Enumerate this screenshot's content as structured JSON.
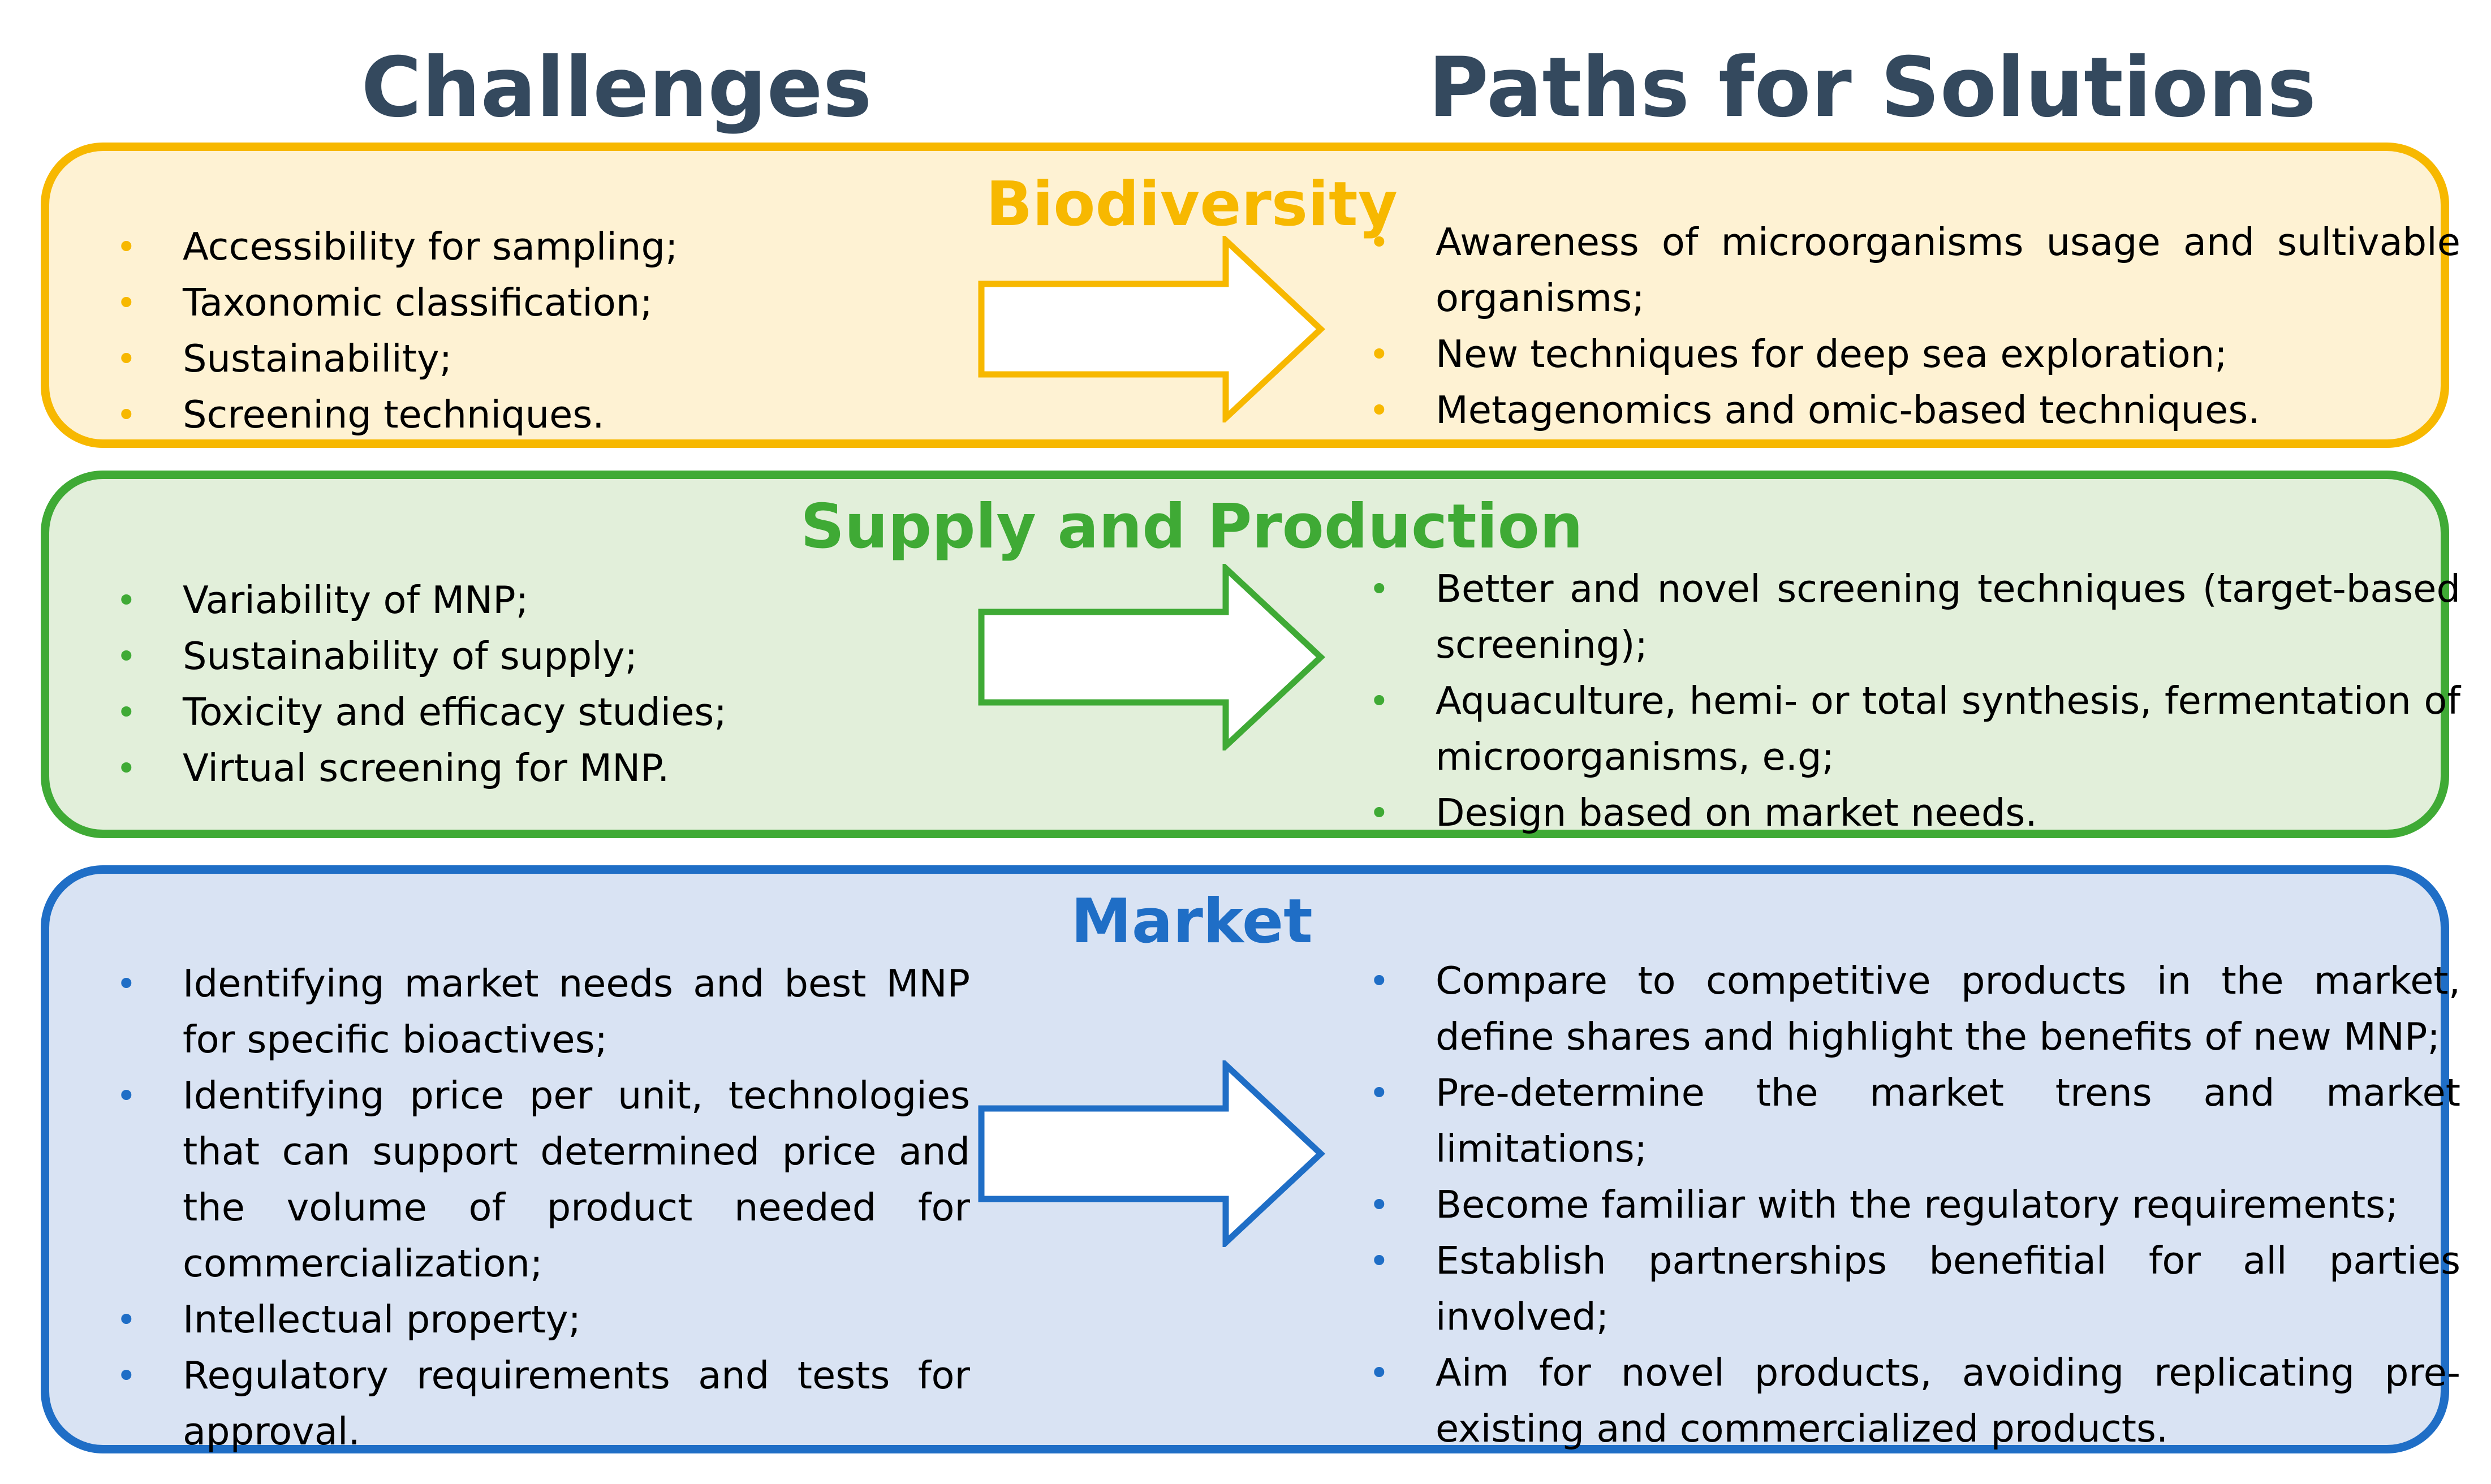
{
  "headings": {
    "left": "Challenges",
    "right": "Paths for Solutions"
  },
  "colors": {
    "heading": "#34495E",
    "biodiversity_accent": "#F7B800",
    "biodiversity_fill": "#FEF2D3",
    "supply_accent": "#3FAA35",
    "supply_fill": "#E2EFDA",
    "market_accent": "#1F6EC6",
    "market_fill": "#D9E3F3"
  },
  "panels": {
    "biodiversity": {
      "title": "Biodiversity",
      "challenges": [
        "Accessibility for sampling;",
        "Taxonomic classification;",
        "Sustainability;",
        "Screening techniques."
      ],
      "solutions": [
        "Awareness of microorganisms usage and sultivable organisms;",
        "New techniques for deep sea exploration;",
        "Metagenomics and omic-based techniques."
      ]
    },
    "supply": {
      "title": "Supply and Production",
      "challenges": [
        "Variability of MNP;",
        "Sustainability of supply;",
        "Toxicity and efficacy studies;",
        "Virtual screening for MNP."
      ],
      "solutions": [
        "Better and novel screening techniques (target-based screening);",
        "Aquaculture, hemi- or total synthesis, fermentation of microorganisms, e.g;",
        "Design based on market needs."
      ]
    },
    "market": {
      "title": "Market",
      "challenges": [
        "Identifying market needs and best MNP for specific bioactives;",
        "Identifying price per unit, technologies that can support determined price and the volume of product needed for commercialization;",
        "Intellectual property;",
        "Regulatory requirements and tests for approval."
      ],
      "solutions": [
        "Compare to competitive products in the market, define shares and highlight the benefits of new MNP;",
        "Pre-determine the market trens and market limitations;",
        "Become familiar with the regulatory requirements;",
        "Establish partnerships benefitial for all parties involved;",
        "Aim for novel products, avoiding replicating pre-existing and commercialized products."
      ]
    }
  }
}
